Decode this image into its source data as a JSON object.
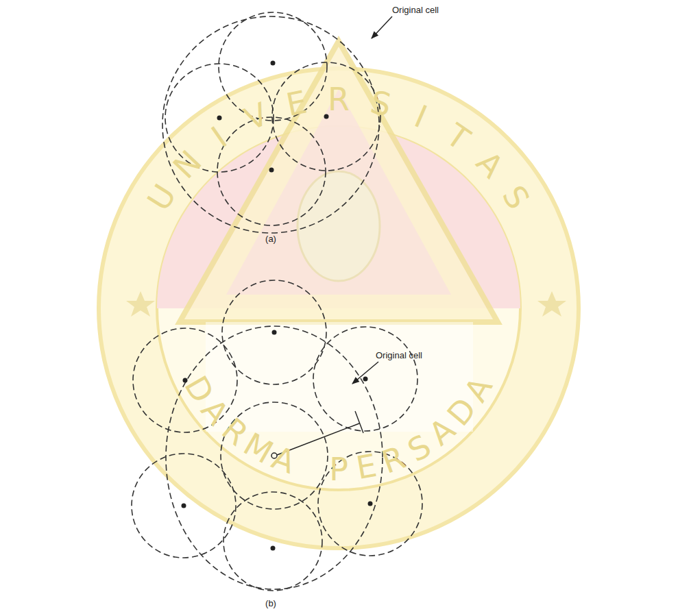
{
  "diagram": {
    "labels": [
      "Original cell",
      "(a)",
      "Original cell",
      "(b)",
      "UNIVERSITAS",
      "DARMA PERSADA"
    ]
  }
}
